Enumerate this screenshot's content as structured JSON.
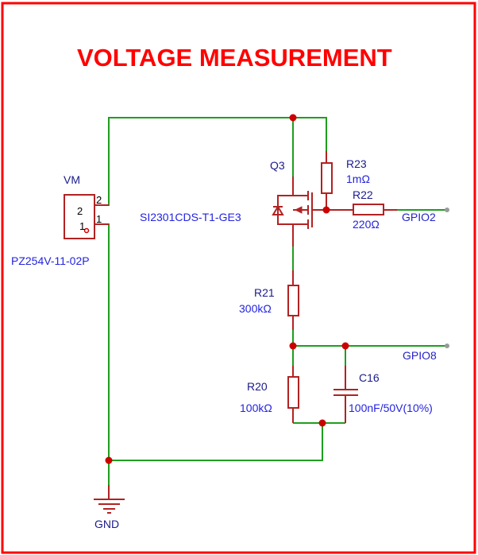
{
  "title": "VOLTAGE MEASUREMENT",
  "colors": {
    "frame": "#ff0000",
    "wire": "#1e9e1e",
    "component": "#b22222",
    "junction": "#cc0000",
    "designator": "#1a1a8c",
    "value": "#2323e0"
  },
  "components": {
    "connector": {
      "designator": "VM",
      "part": "PZ254V-11-02P",
      "pins": [
        "2",
        "1"
      ],
      "pin_labels": [
        "2",
        "1"
      ]
    },
    "mosfet": {
      "designator": "Q3",
      "part": "SI2301CDS-T1-GE3"
    },
    "r23": {
      "designator": "R23",
      "value": "1mΩ"
    },
    "r22": {
      "designator": "R22",
      "value": "220Ω"
    },
    "r21": {
      "designator": "R21",
      "value": "300kΩ"
    },
    "r20": {
      "designator": "R20",
      "value": "100kΩ"
    },
    "c16": {
      "designator": "C16",
      "value": "100nF/50V(10%)"
    }
  },
  "nets": {
    "gpio2": "GPIO2",
    "gpio8": "GPIO8",
    "gnd": "GND"
  }
}
